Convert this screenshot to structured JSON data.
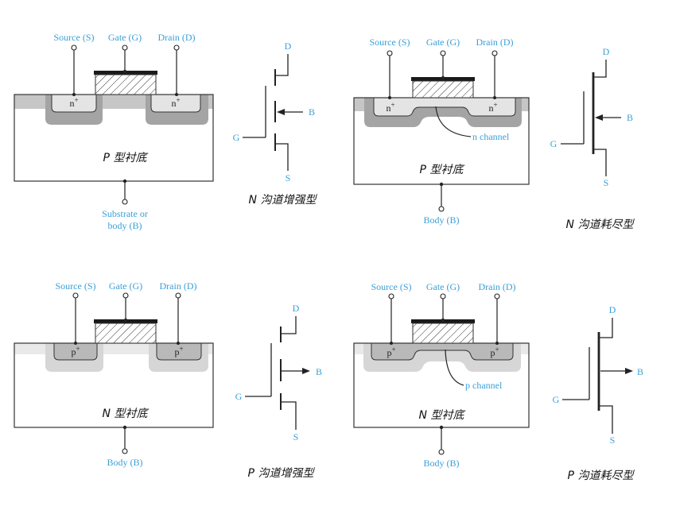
{
  "colors": {
    "label": "#3a9fd8",
    "ink": "#222222"
  },
  "nmos_enh": {
    "terminals": {
      "source": "Source (S)",
      "gate": "Gate (G)",
      "drain": "Drain (D)"
    },
    "source_region": {
      "base": "n",
      "sup": "+"
    },
    "drain_region": {
      "base": "n",
      "sup": "+"
    },
    "substrate": "P 型衬底",
    "body_label": {
      "line1": "Substrate or",
      "line2": "body (B)"
    },
    "symbol": {
      "drain": "D",
      "body": "B",
      "gate": "G",
      "source": "S"
    },
    "caption": "N 沟道增强型"
  },
  "nmos_dep": {
    "terminals": {
      "source": "Source (S)",
      "gate": "Gate (G)",
      "drain": "Drain (D)"
    },
    "source_region": {
      "base": "n",
      "sup": "+"
    },
    "drain_region": {
      "base": "n",
      "sup": "+"
    },
    "channel_label": "n channel",
    "substrate": "P 型衬底",
    "body_label": "Body (B)",
    "symbol": {
      "drain": "D",
      "body": "B",
      "gate": "G",
      "source": "S"
    },
    "caption": "N 沟道耗尽型"
  },
  "pmos_enh": {
    "terminals": {
      "source": "Source (S)",
      "gate": "Gate (G)",
      "drain": "Drain (D)"
    },
    "source_region": {
      "base": "p",
      "sup": "+"
    },
    "drain_region": {
      "base": "p",
      "sup": "+"
    },
    "substrate": "N 型衬底",
    "body_label": "Body (B)",
    "symbol": {
      "drain": "D",
      "body": "B",
      "gate": "G",
      "source": "S"
    },
    "caption": "P 沟道增强型"
  },
  "pmos_dep": {
    "terminals": {
      "source": "Source (S)",
      "gate": "Gate (G)",
      "drain": "Drain (D)"
    },
    "source_region": {
      "base": "p",
      "sup": "+"
    },
    "drain_region": {
      "base": "p",
      "sup": "+"
    },
    "channel_label": "p channel",
    "substrate": "N 型衬底",
    "body_label": "Body (B)",
    "symbol": {
      "drain": "D",
      "body": "B",
      "gate": "G",
      "source": "S"
    },
    "caption": "P 沟道耗尽型"
  }
}
